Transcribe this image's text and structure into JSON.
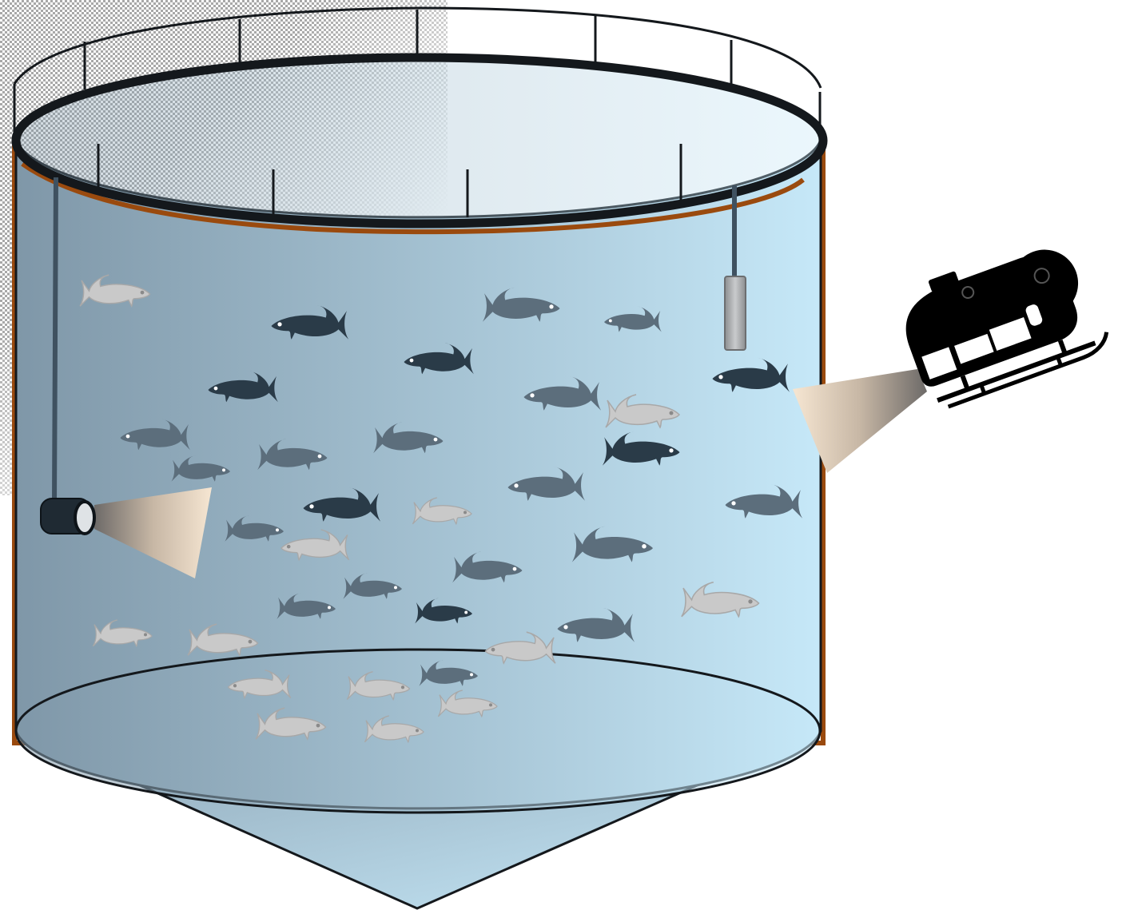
{
  "diagram": {
    "colors": {
      "water_dark": "#7f97a8",
      "water_light": "#c6e8f8",
      "rim": "#14181c",
      "rust": "#9a4a0e",
      "fish_dark": "#2a3b48",
      "fish_mid": "#5c6e7c",
      "fish_light": "#c9c9c9",
      "light_beam": "#f3e2cc",
      "sensor": "#a9abad",
      "rov": "#000000"
    },
    "components": {
      "net_pen": {
        "icon": "fish-net-pen"
      },
      "camera": {
        "icon": "underwater-camera-icon"
      },
      "sensor": {
        "icon": "water-quality-sensor-icon"
      },
      "rov": {
        "icon": "underwater-drone-rov-icon"
      }
    },
    "fish_shades": [
      "dark",
      "mid",
      "light"
    ]
  }
}
